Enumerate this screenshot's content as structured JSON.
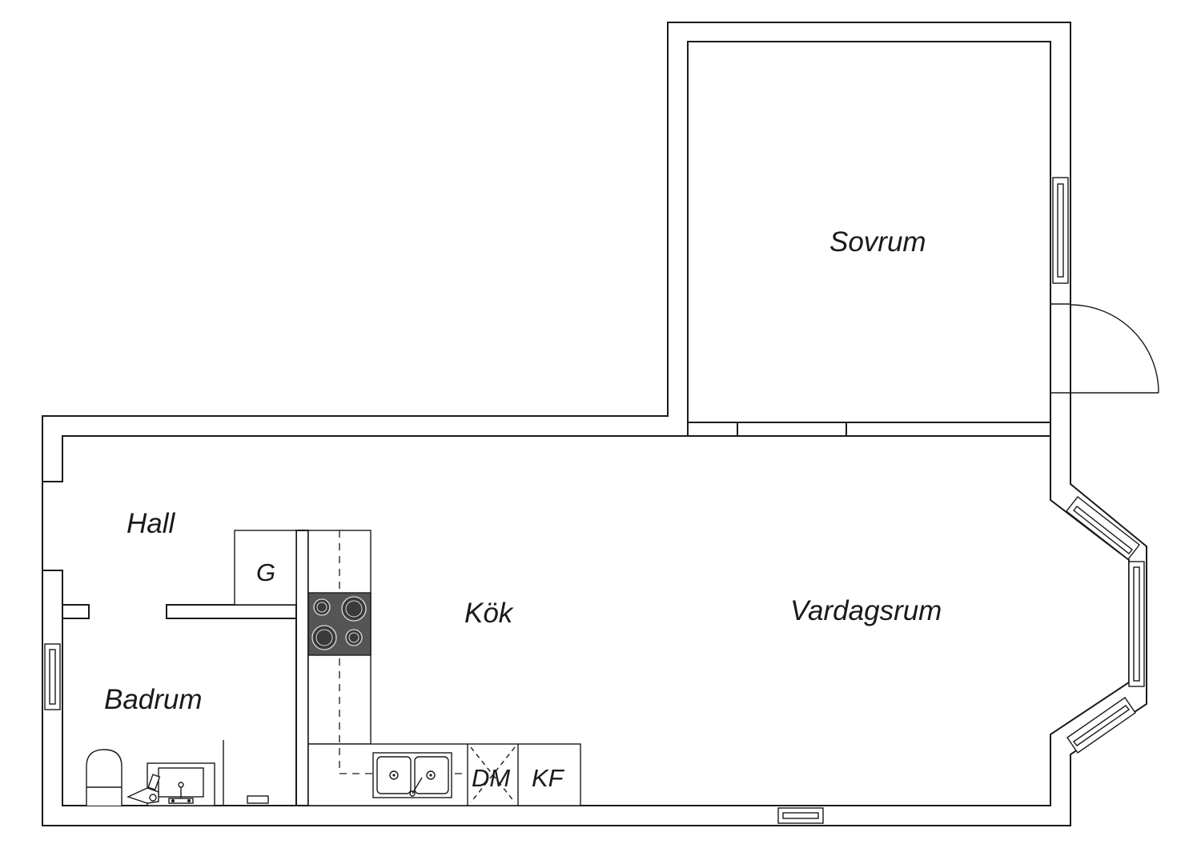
{
  "rooms": {
    "sovrum": "Sovrum",
    "hall": "Hall",
    "kok": "Kök",
    "vardagsrum": "Vardagsrum",
    "badrum": "Badrum"
  },
  "fixtures": {
    "garderob": "G",
    "diskmaskin": "DM",
    "kylfrys": "KF"
  },
  "colors": {
    "line": "#1a1a1a",
    "stove_top": "#555555",
    "background": "#ffffff"
  }
}
